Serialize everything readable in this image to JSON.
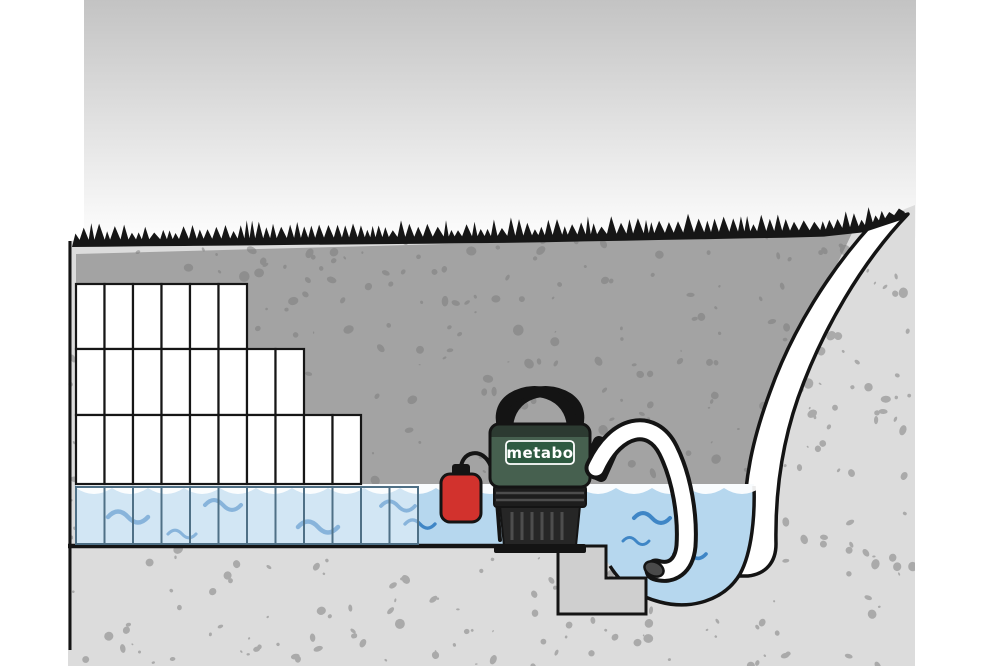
{
  "illustration": {
    "pump": {
      "brand": "metabo"
    },
    "objects": [
      "submersible-pump",
      "float-switch",
      "drain-hose",
      "stacked-blocks",
      "flood-water",
      "lower-pool",
      "concrete-step",
      "slope-path",
      "grass",
      "ground-cross-section"
    ],
    "colors": {
      "ground_gray": "#dcdcdc",
      "pit_gray": "#a3a3a3",
      "water_blue": "#b6d7ee",
      "wave_blue": "#3f86c6",
      "float_switch_red": "#d2322d",
      "pump_green": "#46604f",
      "badge_green": "#2e5a41",
      "speckle_gray": "#787878",
      "outline_black": "#141414",
      "hose_white": "#ffffff",
      "sky_gray": "#c3c3c3"
    }
  }
}
